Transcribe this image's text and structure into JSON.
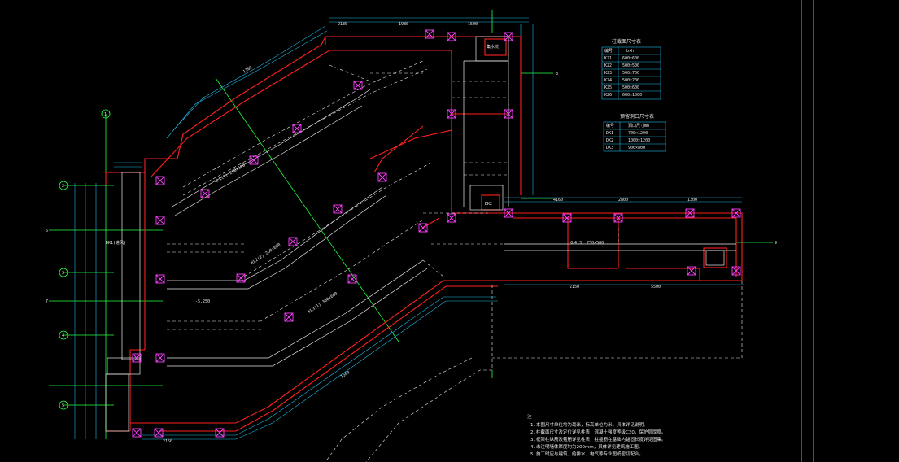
{
  "axis_labels": {
    "a1": "1",
    "a2": "2",
    "a3": "3",
    "a4": "4",
    "a5": "5",
    "a6": "6",
    "a7": "7",
    "a8": "8",
    "a9": "9"
  },
  "dims": {
    "d1": "2130",
    "d2": "1980",
    "d3": "1500",
    "d4": "1300",
    "d5": "4160",
    "d6": "2800",
    "d7": "1300",
    "d8": "2150",
    "d9": "5500",
    "d10": "2150",
    "d11": "1500"
  },
  "table1": {
    "title": "柱截面尺寸表",
    "header": [
      "编号",
      "b×h"
    ],
    "rows": [
      [
        "KZ1",
        "600×600"
      ],
      [
        "KZ2",
        "500×500"
      ],
      [
        "KZ3",
        "500×700"
      ],
      [
        "KZ4",
        "500×700"
      ],
      [
        "KZ5",
        "500×600"
      ],
      [
        "KZ6",
        "600×1000"
      ]
    ]
  },
  "table2": {
    "title": "预留洞口尺寸表",
    "header": [
      "编号",
      "洞口尺寸mm"
    ],
    "rows": [
      [
        "DK1",
        "700×1200"
      ],
      [
        "DK2",
        "1000×1200"
      ],
      [
        "DK3",
        "900×800"
      ]
    ]
  },
  "notes": {
    "title": "注",
    "lines": [
      "1. 本图尺寸单位均为毫米，标高单位为米，具体详见说明。",
      "2. 柱截面尺寸及定位详见柱表，混凝土强度等级C30，保护层厚度。",
      "3. 框架柱纵筋及箍筋详见柱表，柱插筋在基础内锚固长度详见图集。",
      "4. 未注明墙体厚度均为200mm，具体详见建筑施工图。",
      "5. 施工时应与建筑、给排水、电气等专业图纸密切配合。"
    ]
  },
  "misc": {
    "room1": "DK1(进风)",
    "room2": "集水坑",
    "room3": "DK2",
    "beam1": "KL1(1) 200×500",
    "beam2": "KL2(2) 250×600",
    "beam3": "KL3(1) 300×600",
    "beam4": "KL4(3) 250×500",
    "elev": "-5.250"
  },
  "colors": {
    "red": "#ff2020",
    "cyan": "#26c6ff",
    "white": "#e8e8e8",
    "magenta": "#ff40ff",
    "green": "#20ff40",
    "dim": "#1fb8e8"
  }
}
